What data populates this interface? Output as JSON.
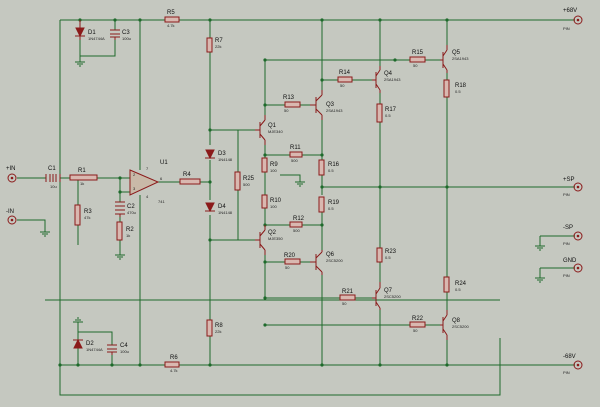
{
  "ports": {
    "in_plus": "+IN",
    "in_minus": "-IN",
    "v_plus": "+68V",
    "v_plus_sub": "PIN",
    "sp_plus": "+SP",
    "sp_plus_sub": "PIN",
    "sp_minus": "-SP",
    "sp_minus_sub": "PIN",
    "gnd": "GND",
    "gnd_sub": "PIN",
    "v_minus": "-68V",
    "v_minus_sub": "PIN"
  },
  "parts": {
    "D1": {
      "ref": "D1",
      "val": "1N4744A"
    },
    "C3": {
      "ref": "C3",
      "val": "100u"
    },
    "R5": {
      "ref": "R5",
      "val": "4.7k"
    },
    "R7": {
      "ref": "R7",
      "val": "22k"
    },
    "R15": {
      "ref": "R15",
      "val": "50"
    },
    "Q5": {
      "ref": "Q5",
      "val": "2SA1943"
    },
    "R14": {
      "ref": "R14",
      "val": "50"
    },
    "Q4": {
      "ref": "Q4",
      "val": "2SA1943"
    },
    "R18": {
      "ref": "R18",
      "val": "0.5"
    },
    "R13": {
      "ref": "R13",
      "val": "50"
    },
    "Q3": {
      "ref": "Q3",
      "val": "2SA1943"
    },
    "R17": {
      "ref": "R17",
      "val": "0.5"
    },
    "Q1": {
      "ref": "Q1",
      "val": "MJE340"
    },
    "D3": {
      "ref": "D3",
      "val": "1N4148"
    },
    "R11": {
      "ref": "R11",
      "val": "500"
    },
    "C1": {
      "ref": "C1",
      "val": "10u"
    },
    "R1": {
      "ref": "R1",
      "val": "1k"
    },
    "U1": {
      "ref": "U1",
      "val": "741"
    },
    "R9": {
      "ref": "R9",
      "val": "100"
    },
    "R16": {
      "ref": "R16",
      "val": "0.5"
    },
    "R4": {
      "ref": "R4",
      "val": ""
    },
    "R25": {
      "ref": "R25",
      "val": "500"
    },
    "R10": {
      "ref": "R10",
      "val": "100"
    },
    "R19": {
      "ref": "R19",
      "val": "0.5"
    },
    "R3": {
      "ref": "R3",
      "val": "47k"
    },
    "C2": {
      "ref": "C2",
      "val": "470u"
    },
    "D4": {
      "ref": "D4",
      "val": "1N4148"
    },
    "R12": {
      "ref": "R12",
      "val": "500"
    },
    "R2": {
      "ref": "R2",
      "val": "1k"
    },
    "Q2": {
      "ref": "Q2",
      "val": "MJE350"
    },
    "R20": {
      "ref": "R20",
      "val": "50"
    },
    "Q6": {
      "ref": "Q6",
      "val": "2SC5200"
    },
    "R23": {
      "ref": "R23",
      "val": "0.5"
    },
    "R21": {
      "ref": "R21",
      "val": "50"
    },
    "Q7": {
      "ref": "Q7",
      "val": "2SC5200"
    },
    "R24": {
      "ref": "R24",
      "val": "0.5"
    },
    "R8": {
      "ref": "R8",
      "val": "22k"
    },
    "R22": {
      "ref": "R22",
      "val": "50"
    },
    "Q8": {
      "ref": "Q8",
      "val": "2SC5200"
    },
    "D2": {
      "ref": "D2",
      "val": "1N4744A"
    },
    "C4": {
      "ref": "C4",
      "val": "100u"
    },
    "R6": {
      "ref": "R6",
      "val": "4.7k"
    }
  },
  "opamp_pins": {
    "p2": "2",
    "p3": "3",
    "p6": "6",
    "p4": "4",
    "p7": "7"
  },
  "colors": {
    "background": "#c5c8c0",
    "wire": "#1e6a2b",
    "component": "#8b1a1a"
  }
}
